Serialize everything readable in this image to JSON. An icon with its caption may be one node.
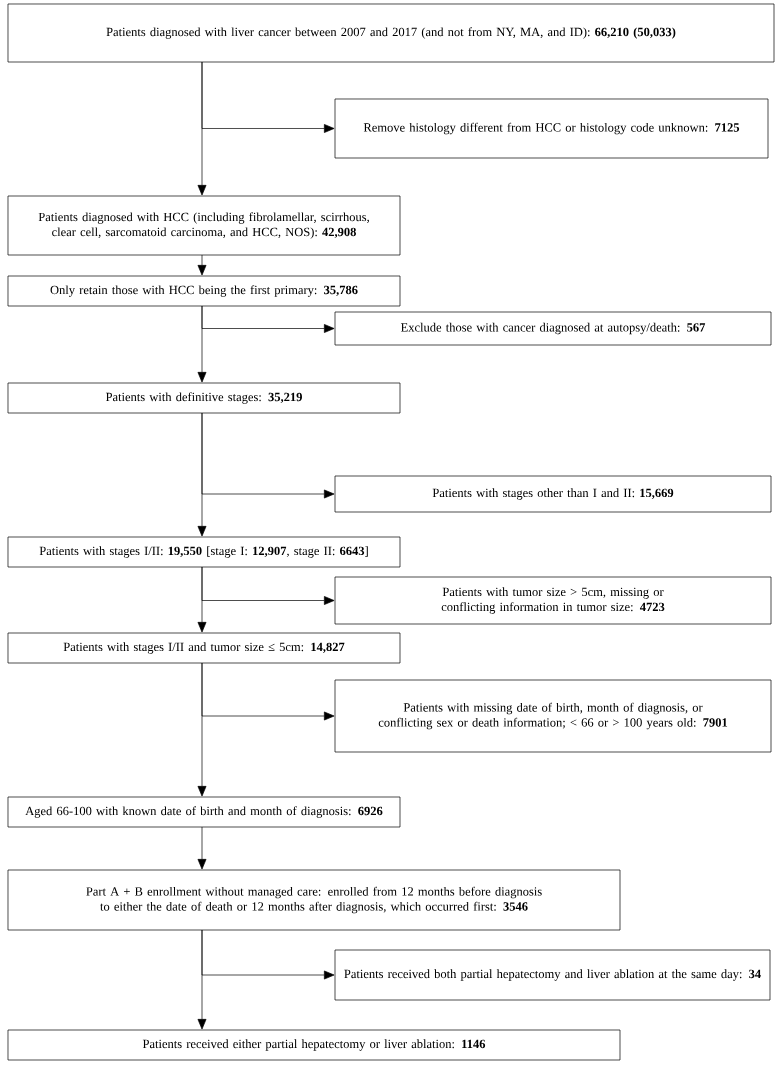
{
  "diagram": {
    "nodes": [
      {
        "text": [
          "Patients diagnosed with liver cancer between 2007 and 2017 (and not from NY, MA, and ID): **66,210 (50,033)**"
        ]
      },
      {
        "text": [
          "Remove histology different from HCC or histology code unknown: **7125**"
        ]
      },
      {
        "text": [
          "Patients diagnosed with HCC (including fibrolamellar, scirrhous, clear cell, sarcomatoid carcinoma, and HCC, NOS): **42,908**"
        ]
      },
      {
        "text": [
          "Only retain those with HCC being the first primary: **35,786**"
        ]
      },
      {
        "text": [
          "Exclude those with cancer diagnosed at autopsy/death: **567**"
        ]
      },
      {
        "text": [
          "Patients with definitive stages: **35,219**"
        ]
      },
      {
        "text": [
          "Patients with stages other than I and II: **15,669**"
        ]
      },
      {
        "text": [
          "Patients with stages I/II: **19,550** [stage I: **12,907**, stage II: **6643**]"
        ]
      },
      {
        "text": [
          "Patients with tumor size > 5cm, missing or conflicting information in tumor size: **4723**"
        ]
      },
      {
        "text": [
          "Patients with stages I/II and tumor size ≤ 5cm: **14,827**"
        ]
      },
      {
        "text": [
          "Patients with missing date of birth, month of diagnosis, or conflicting sex or death information; < 66 or > 100 years old: **7901**"
        ]
      },
      {
        "text": [
          "Aged 66-100 with known date of birth and month of diagnosis: **6926**"
        ]
      },
      {
        "text": [
          "Part A + B enrollment without managed care: enrolled from 12 months before diagnosis to either the date of death or 12 months after diagnosis, which occurred first: **3546**"
        ]
      },
      {
        "text": [
          "Patients received both partial hepatectomy and liver ablation at the same day: **34**"
        ]
      },
      {
        "text": [
          "Patients received either partial hepatectomy or liver ablation: **1146**"
        ]
      }
    ],
    "edges": [
      {
        "from": 0,
        "to": 2,
        "arrow": "to"
      },
      {
        "from": 0,
        "to": 1,
        "arrow": "to"
      },
      {
        "from": 2,
        "to": 3,
        "arrow": "to"
      },
      {
        "from": 3,
        "to": 5,
        "arrow": "to"
      },
      {
        "from": 3,
        "to": 4,
        "arrow": "to"
      },
      {
        "from": 5,
        "to": 7,
        "arrow": "to"
      },
      {
        "from": 5,
        "to": 6,
        "arrow": "to"
      },
      {
        "from": 7,
        "to": 9,
        "arrow": "to"
      },
      {
        "from": 7,
        "to": 8,
        "arrow": "to"
      },
      {
        "from": 9,
        "to": 11,
        "arrow": "to"
      },
      {
        "from": 9,
        "to": 10,
        "arrow": "to"
      },
      {
        "from": 11,
        "to": 12,
        "arrow": "to"
      },
      {
        "from": 12,
        "to": 14,
        "arrow": "to"
      },
      {
        "from": 12,
        "to": 13,
        "arrow": "to"
      }
    ]
  }
}
